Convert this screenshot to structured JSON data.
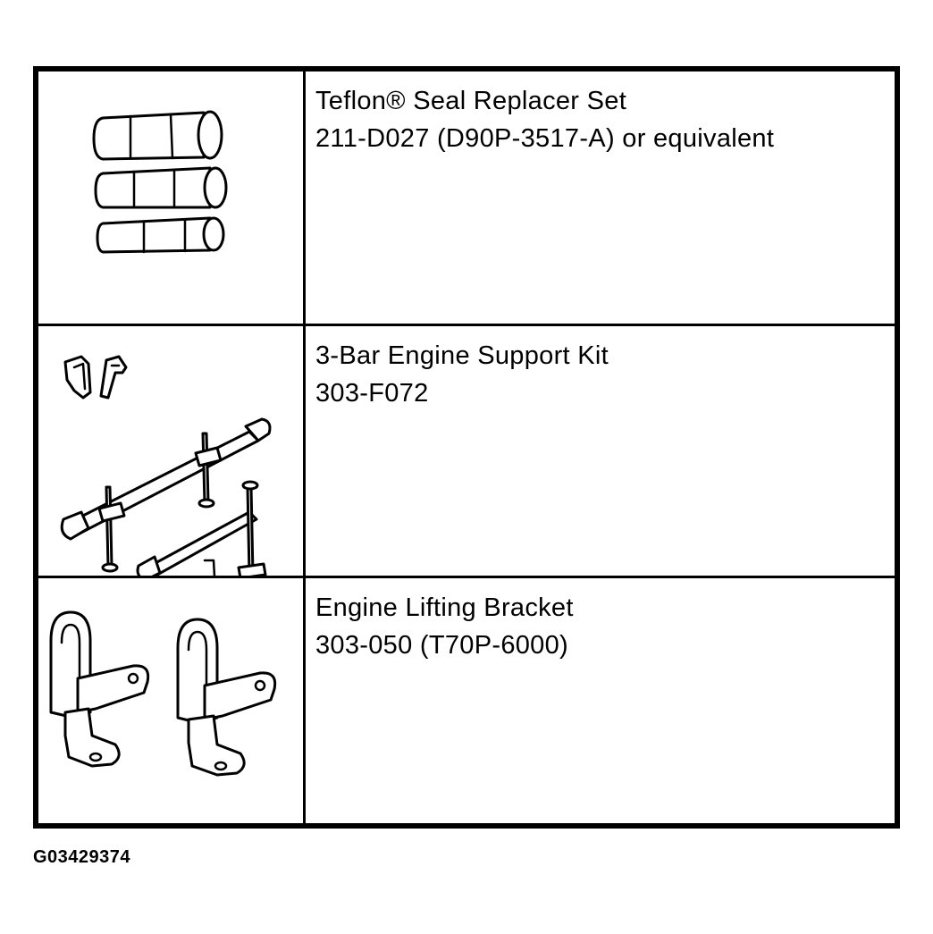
{
  "tools": [
    {
      "name": "Teflon® Seal Replacer Set",
      "number": "211-D027 (D90P-3517-A) or equivalent",
      "illustration_icon": "seal-replacer-set-icon"
    },
    {
      "name": "3-Bar Engine Support Kit",
      "number": "303-F072",
      "illustration_icon": "engine-support-kit-icon"
    },
    {
      "name": "Engine Lifting Bracket",
      "number": "303-050 (T70P-6000)",
      "illustration_icon": "lifting-bracket-icon"
    }
  ],
  "figure_id": "G03429374"
}
